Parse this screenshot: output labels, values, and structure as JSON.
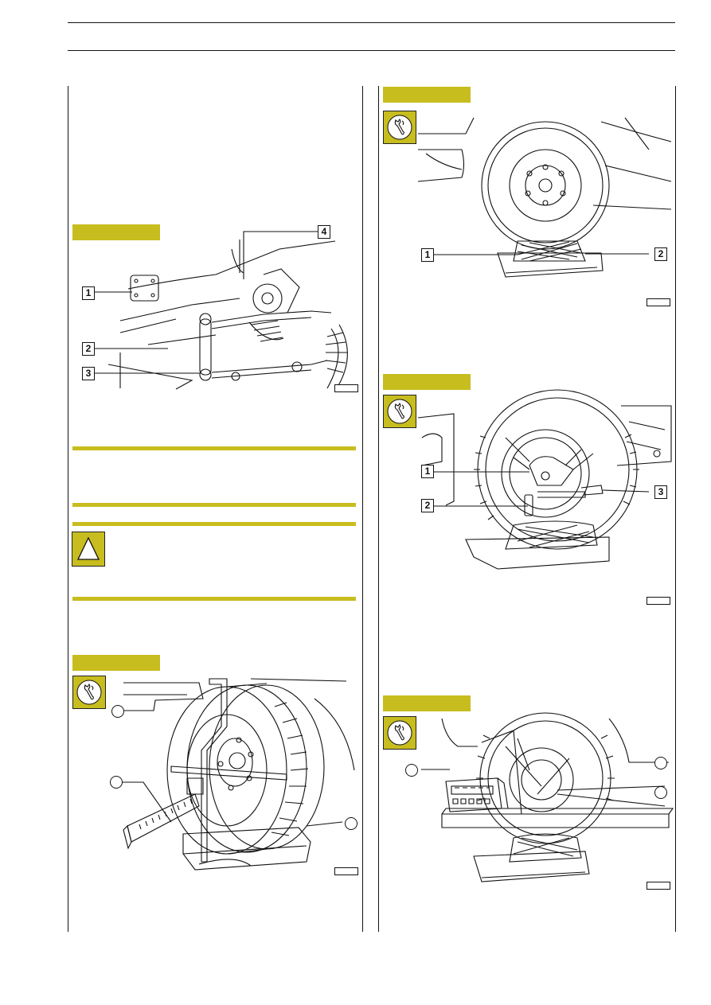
{
  "page": {
    "header_text": "",
    "footer_text": ""
  },
  "figures": {
    "fig_left_top": {
      "callouts": [
        "1",
        "2",
        "3",
        "4"
      ]
    },
    "fig_right_top": {
      "callouts": [
        "1",
        "2"
      ]
    },
    "fig_right_mid": {
      "callouts": [
        "1",
        "2",
        "3"
      ]
    }
  },
  "icons": {
    "wrench_icon": "wrench-icon",
    "warning_icon": "warning-triangle-icon"
  },
  "colors": {
    "accent": "#c8bd1e",
    "ink": "#111111",
    "paper": "#ffffff"
  }
}
